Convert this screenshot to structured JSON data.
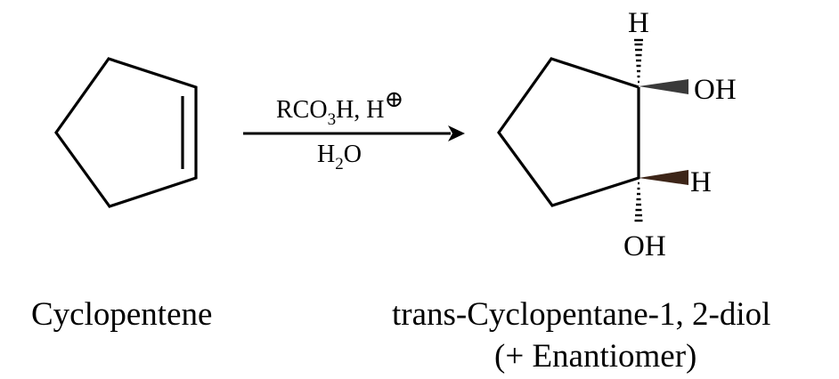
{
  "reactant": {
    "name": "Cyclopentene"
  },
  "reagents": {
    "above": {
      "part1": "RCO",
      "sub": "3",
      "part2": "H, H",
      "charge": "⊕"
    },
    "below": {
      "part1": "H",
      "sub": "2",
      "part2": "O"
    }
  },
  "product": {
    "name": "trans-Cyclopentane-1, 2-diol",
    "note": "(+ Enantiomer)",
    "atoms": {
      "top_h": "H",
      "right_oh": "OH",
      "right_h": "H",
      "bottom_oh": "OH"
    }
  },
  "colors": {
    "wedge_top": "#3a3a3a",
    "wedge_bottom": "#3d2518"
  }
}
